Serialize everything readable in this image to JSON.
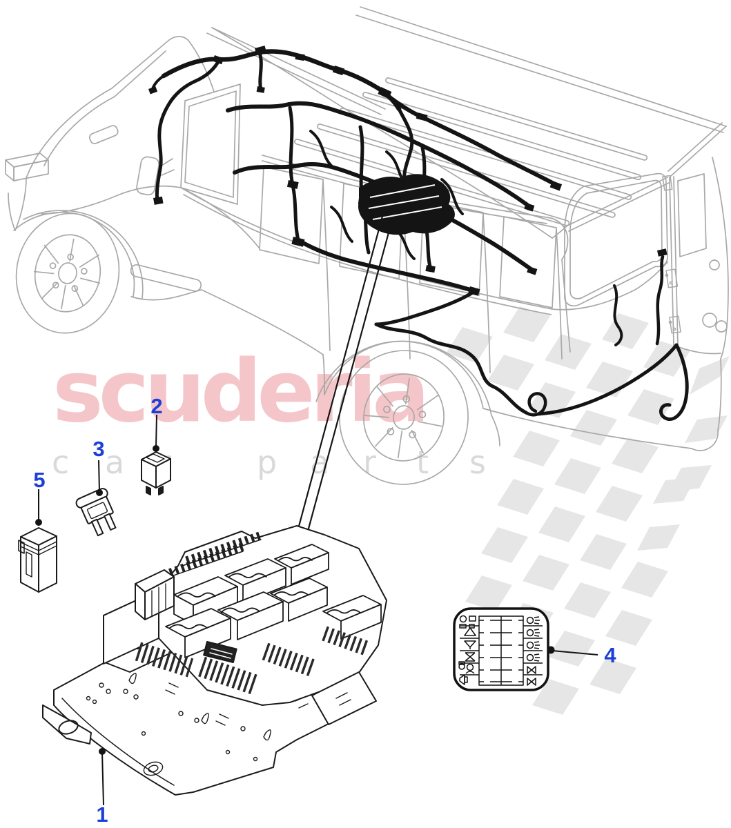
{
  "page": {
    "background": "#ffffff"
  },
  "watermark": {
    "brand_text": "scuderia",
    "tagline_letters": [
      "c",
      "a",
      "r",
      "p",
      "a",
      "r",
      "t",
      "s"
    ],
    "brand_color": "#f4c6c9",
    "tagline_color": "#d9d9d9",
    "flag_color": "#e6e6e6"
  },
  "callouts": {
    "number_color": "#1d3ed8",
    "items": [
      {
        "label": "1",
        "depicts": "fuse-box-and-mounting-bracket"
      },
      {
        "label": "2",
        "depicts": "relay"
      },
      {
        "label": "3",
        "depicts": "blade-fuse"
      },
      {
        "label": "4",
        "depicts": "fuse-box-symbol-label"
      },
      {
        "label": "5",
        "depicts": "fusible-link"
      }
    ]
  },
  "diagram": {
    "subject": "vehicle-wiring-harness-illustration",
    "line_color": "#a8a8a8",
    "harness_color": "#141414",
    "fuse_label_icons": [
      "circle-and-squares-icon",
      "triangle-up-icon",
      "triangle-down-icon",
      "crossed-lines-icon",
      "twin-lamps-icon",
      "horn-icon",
      "headlamp-icon",
      "bowtie-fuse-icon"
    ]
  }
}
